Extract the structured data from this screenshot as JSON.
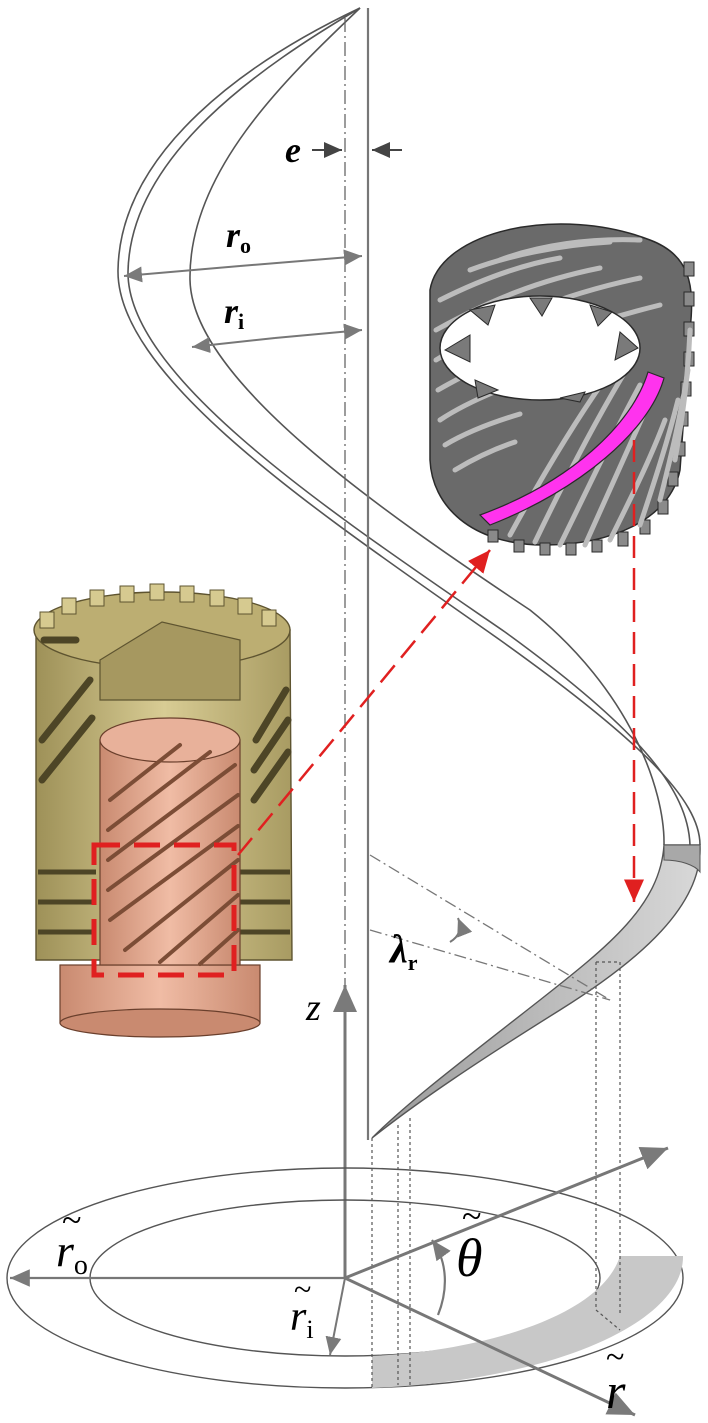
{
  "labels": {
    "eccentricity": "e",
    "outer_radius": "r",
    "outer_radius_sub": "o",
    "inner_radius": "r",
    "inner_radius_sub": "i",
    "helix_angle": "λ",
    "helix_angle_sub": "r",
    "z_axis": "z",
    "base_outer_radius": "r",
    "base_outer_radius_sub": "o",
    "base_inner_radius": "r",
    "base_inner_radius_sub": "i",
    "theta_axis": "θ",
    "r_axis": "r",
    "tilde": "~"
  },
  "colors": {
    "outline": "#555555",
    "arrow": "#7a7a7a",
    "dashed_red": "#e02020",
    "band_fill": "#c8c8c8",
    "highlight": "#ff33ee",
    "insert_brass": "#c9bd86",
    "inner_gear": "#e4a98f",
    "ring_gear": "#5a5a5a"
  }
}
